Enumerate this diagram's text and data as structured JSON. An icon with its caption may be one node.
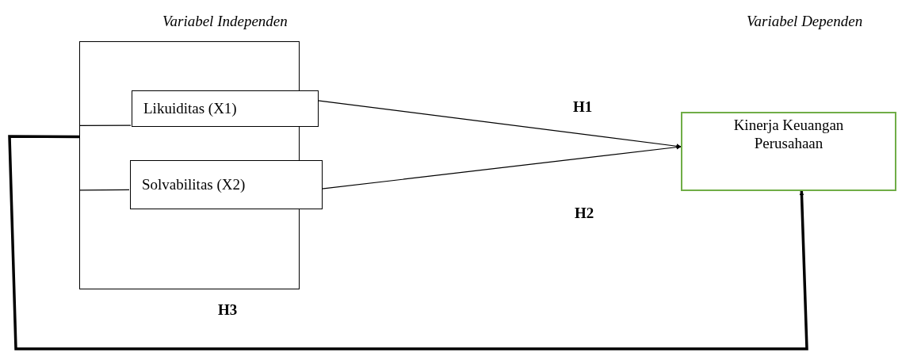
{
  "diagram": {
    "nodes": [
      {
        "text": [],
        "shape": "box"
      },
      {
        "text": [
          "Likuiditas  (X1)"
        ],
        "in": 0
      },
      {
        "text": [
          "Solvabilitas (X2)"
        ],
        "in": 0
      },
      {
        "text": [
          "Kinerja Keuangan Perusahaan"
        ]
      }
    ],
    "edges": [
      {
        "from": 1,
        "to": 3,
        "arrow": "to"
      },
      {
        "from": 2,
        "to": 3,
        "arrow": "to"
      },
      {
        "from": 0,
        "to": 1,
        "arrow": "none"
      },
      {
        "from": 0,
        "to": 2,
        "arrow": "none"
      },
      {
        "from": 0,
        "to": 3,
        "arrow": "to",
        "style": "thick"
      }
    ],
    "labels": [
      "Variabel Independen",
      "Variabel Dependen",
      "H1",
      "H2",
      "H3"
    ]
  }
}
